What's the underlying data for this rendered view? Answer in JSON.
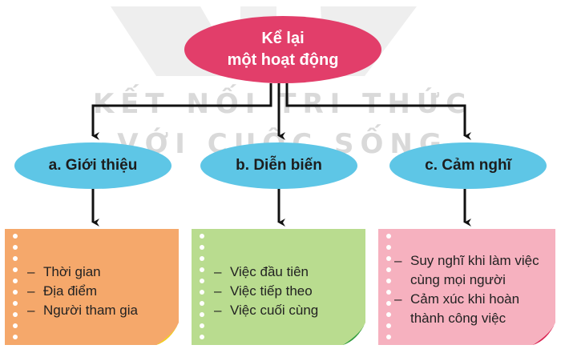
{
  "colors": {
    "root_fill": "#e23e6a",
    "oval_fill": "#5ec6e6",
    "card_intro": "#f5a86b",
    "card_progress": "#b9dc8f",
    "card_feeling": "#f6b1bf",
    "watermark": "#d9d9d9"
  },
  "watermark": {
    "line1": "KẾT NỐI TRI THỨC",
    "line2": "VỚI CUỘC SỐNG"
  },
  "root": {
    "line1": "Kể lại",
    "line2": "một hoạt động"
  },
  "branches": [
    {
      "label": "a. Giới thiệu",
      "items": [
        [
          "Thời gian"
        ],
        [
          "Địa điểm"
        ],
        [
          "Người tham gia"
        ]
      ]
    },
    {
      "label": "b. Diễn biến",
      "items": [
        [
          "Việc đầu tiên"
        ],
        [
          "Việc tiếp theo"
        ],
        [
          "Việc cuối cùng"
        ]
      ]
    },
    {
      "label": "c. Cảm nghĩ",
      "items": [
        [
          "Suy nghĩ khi làm việc",
          "cùng mọi người"
        ],
        [
          "Cảm xúc khi hoàn",
          "thành công việc"
        ]
      ]
    }
  ]
}
